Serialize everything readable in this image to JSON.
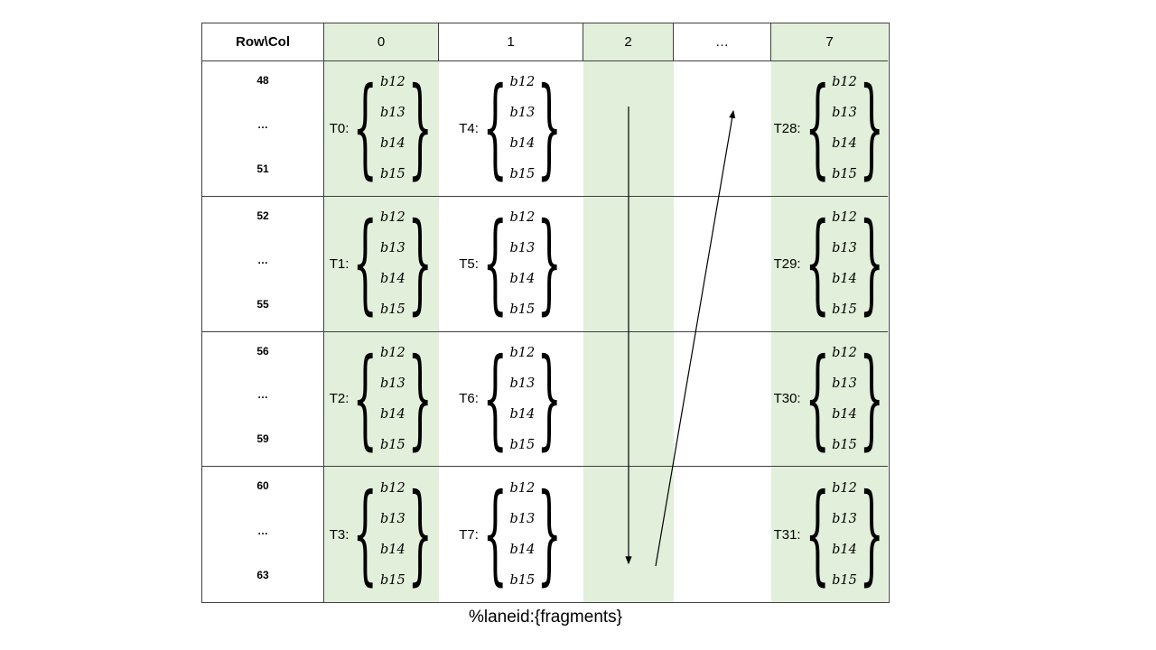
{
  "table": {
    "header": {
      "rowcol": "Row\\Col",
      "cols": [
        "0",
        "1",
        "2",
        "…",
        "7"
      ]
    },
    "fragments": [
      "b12",
      "b13",
      "b14",
      "b15"
    ],
    "rows": [
      {
        "labels": [
          "48",
          "…",
          "51"
        ],
        "threads": [
          "T0:",
          "T4:",
          "T28:"
        ]
      },
      {
        "labels": [
          "52",
          "…",
          "55"
        ],
        "threads": [
          "T1:",
          "T5:",
          "T29:"
        ]
      },
      {
        "labels": [
          "56",
          "…",
          "59"
        ],
        "threads": [
          "T2:",
          "T6:",
          "T30:"
        ]
      },
      {
        "labels": [
          "60",
          "…",
          "63"
        ],
        "threads": [
          "T3:",
          "T7:",
          "T31:"
        ]
      }
    ]
  },
  "glyphs": {
    "lbrace": "{",
    "rbrace": "}"
  },
  "caption": "%laneid:{fragments}",
  "colors": {
    "shaded_column": "#e2efda",
    "border": "#3f3f3f",
    "arrow": "#000000"
  }
}
